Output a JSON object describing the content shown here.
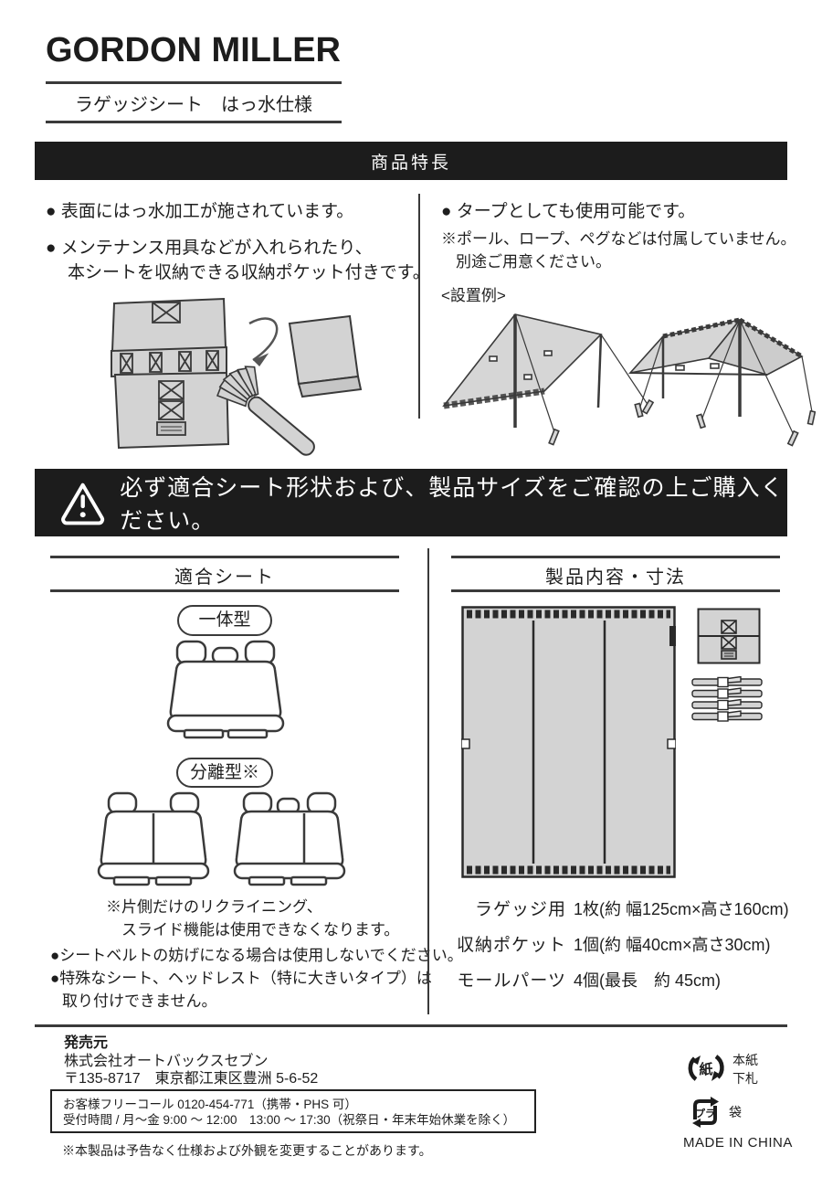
{
  "header": {
    "logo": "GORDON MILLER",
    "subtitle": "ラゲッジシート　はっ水仕様"
  },
  "features": {
    "bar_title": "商品特長",
    "left": {
      "bullet1": "● 表面にはっ水加工が施されています。",
      "bullet2_line1": "● メンテナンス用具などが入れられたり、",
      "bullet2_line2": "本シートを収納できる収納ポケット付きです。"
    },
    "right": {
      "bullet1": "● タープとしても使用可能です。",
      "note_line1": "※ポール、ロープ、ペグなどは付属していません。",
      "note_line2": "別途ご用意ください。",
      "example_label": "<設置例>"
    }
  },
  "warning": {
    "text": "必ず適合シート形状および、製品サイズをご確認の上ご購入ください。"
  },
  "compat": {
    "title": "適合シート",
    "pill_integrated": "一体型",
    "pill_separated": "分離型※",
    "note_line1": "※片側だけのリクライニング、",
    "note_line2": "スライド機能は使用できなくなります。",
    "bullet1": "●シートベルトの妨げになる場合は使用しないでください。",
    "bullet2_line1": "●特殊なシート、ヘッドレスト（特に大きいタイプ）は",
    "bullet2_line2": "取り付けできません。"
  },
  "contents": {
    "title": "製品内容・寸法",
    "specs": [
      {
        "label": "ラゲッジ用",
        "value": "1枚(約 幅125cm×高さ160cm)"
      },
      {
        "label": "収納ポケット",
        "value": "1個(約 幅40cm×高さ30cm)"
      },
      {
        "label": "モールパーツ",
        "value": "4個(最長　約 45cm)"
      }
    ]
  },
  "footer": {
    "seller_label": "発売元",
    "company": "株式会社オートバックスセブン",
    "address": "〒135-8717　東京都江東区豊洲 5-6-52",
    "contact_line1": "お客様フリーコール 0120-454-771（携帯・PHS 可）",
    "contact_line2": "受付時間 / 月～金 9:00 ～ 12:00　13:00 ～ 17:30（祝祭日・年末年始休業を除く）",
    "disclaimer": "※本製品は予告なく仕様および外観を変更することがあります。",
    "recycle_paper_mark": "紙",
    "recycle_paper_label1": "本紙",
    "recycle_paper_label2": "下札",
    "recycle_plastic_mark": "プラ",
    "recycle_plastic_label": "袋",
    "made_in": "MADE IN CHINA"
  },
  "colors": {
    "bar_bg": "#1c1c1c",
    "gray_fill": "#d3d3d3",
    "line": "#3a3a3a"
  }
}
